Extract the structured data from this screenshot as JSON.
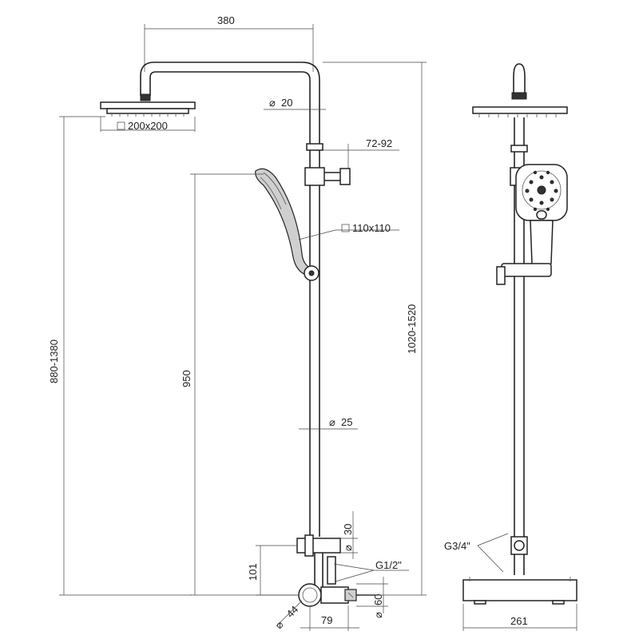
{
  "labels": {
    "width_380": "380",
    "pipe_dia_20": "20",
    "head_size": "200x200",
    "arm_range": "72-92",
    "handset_size": "110x110",
    "total_height": "1020-1520",
    "head_height": "880-1380",
    "slide_rail": "950",
    "pipe_dia_25": "25",
    "dia_30": "30",
    "height_101": "101",
    "thread_half": "G1/2\"",
    "dia_60": "60",
    "dia_44": "44",
    "offset_79": "79",
    "thread_three_quarter": "G3/4\"",
    "width_261": "261"
  },
  "symbols": {
    "diameter": "⌀",
    "square": "□"
  }
}
